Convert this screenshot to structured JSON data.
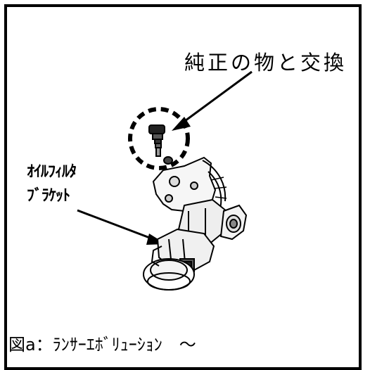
{
  "labels": {
    "replace": "純正の物と交換",
    "bracket_line1": "ｵｲﾙﾌｨﾙﾀ",
    "bracket_line2": "ﾌﾞﾗｹｯﾄ"
  },
  "caption": "図a：ﾗﾝｻｰｴﾎﾞﾘｭｰｼｮﾝ　～"
}
